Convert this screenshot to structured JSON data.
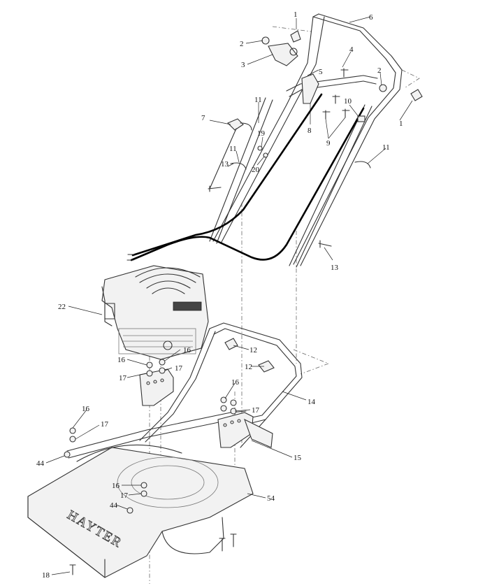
{
  "brand": "HAYTER",
  "labels": {
    "p1": "1",
    "p2": "2",
    "p3": "3",
    "p4": "4",
    "p5": "5",
    "p6": "6",
    "p7": "7",
    "p8": "8",
    "p9": "9",
    "p10": "10",
    "p11": "11",
    "p12": "12",
    "p13": "13",
    "p14": "14",
    "p15": "15",
    "p16": "16",
    "p17": "17",
    "p18": "18",
    "p19": "19",
    "p20": "20",
    "p22": "22",
    "p44": "44",
    "p54": "54"
  }
}
